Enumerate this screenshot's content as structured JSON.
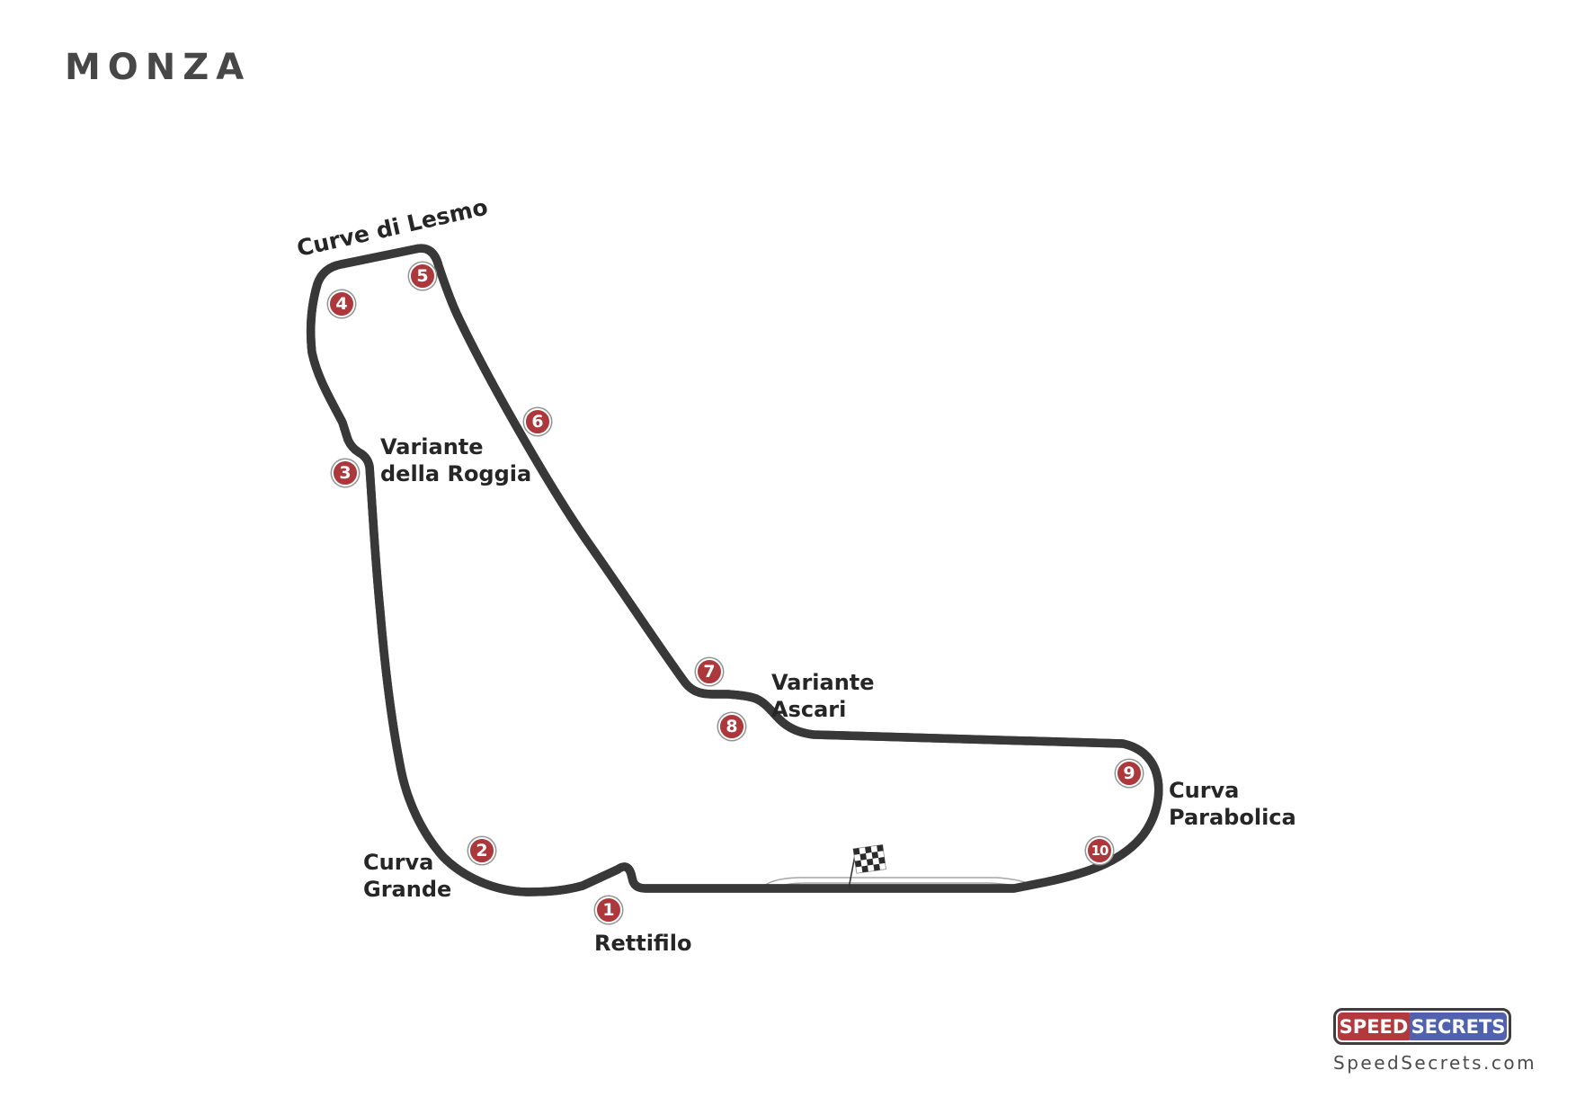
{
  "page": {
    "title": "MONZA"
  },
  "track": {
    "name": "Monza",
    "corners": [
      "1",
      "2",
      "3",
      "4",
      "5",
      "6",
      "7",
      "8",
      "9",
      "10"
    ],
    "sections": {
      "lesmo": {
        "label": "Curve di Lesmo"
      },
      "roggia": {
        "lines": [
          "Variante",
          "della Roggia"
        ]
      },
      "ascari": {
        "lines": [
          "Variante",
          "Ascari"
        ]
      },
      "parabolica": {
        "lines": [
          "Curva",
          "Parabolica"
        ]
      },
      "grande": {
        "lines": [
          "Curva",
          "Grande"
        ]
      },
      "rettifilo": {
        "label": "Rettifilo"
      }
    }
  },
  "icons": {
    "finish_flag": "checkered-flag-icon"
  },
  "logo": {
    "speed": "SPEED",
    "secrets": "SECRETS",
    "website": "SpeedSecrets.com"
  },
  "colors": {
    "marker_red": "#ac383c",
    "marker_ring": "#929292",
    "logo_red": "#b23a3c",
    "logo_blue": "#5061ae",
    "track_stroke": "#383838",
    "pit_lane_gray": "#a6a6a6",
    "title_gray": "#474747",
    "label_dark": "#262626"
  }
}
